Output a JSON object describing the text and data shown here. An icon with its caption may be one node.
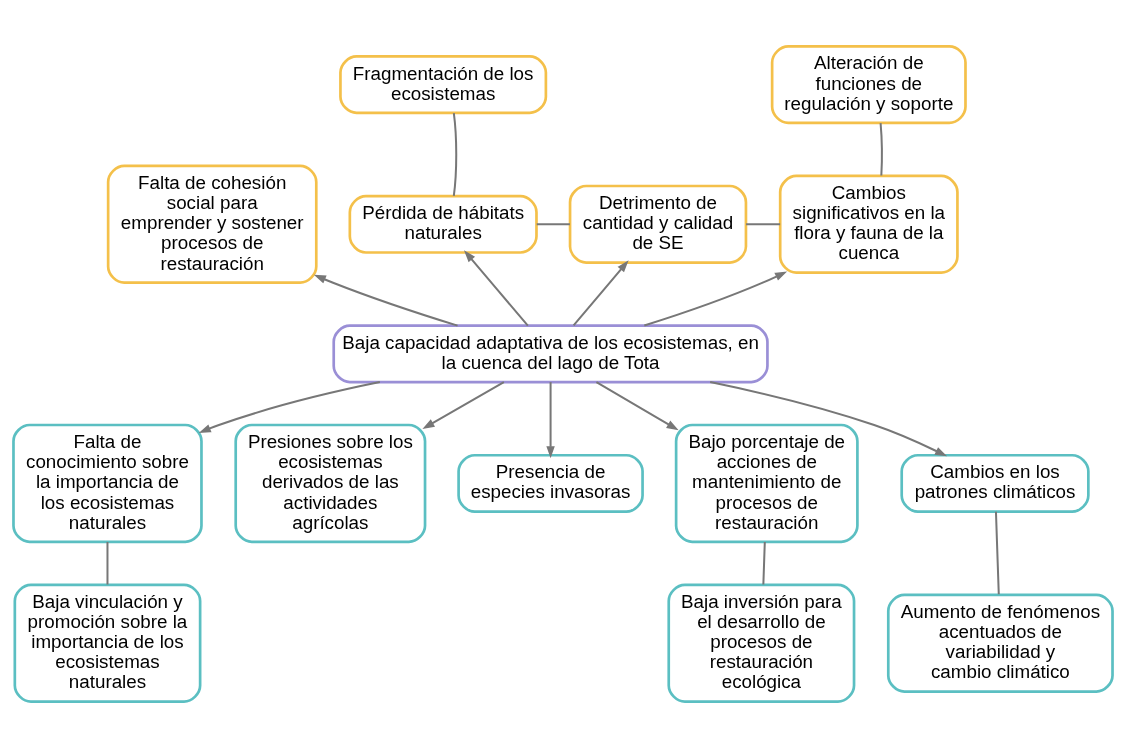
{
  "diagram": {
    "nodes": [
      {
        "text": [
          "Baja capacidad adaptativa de los ecosistemas, en la cuenca del lago de Tota"
        ]
      },
      {
        "text": [
          "Falta de cohesión social para emprender y sostener procesos de restauración"
        ]
      },
      {
        "text": [
          "Fragmentación de los ecosistemas"
        ]
      },
      {
        "text": [
          "Pérdida de hábitats naturales"
        ]
      },
      {
        "text": [
          "Detrimento de cantidad y calidad de SE"
        ]
      },
      {
        "text": [
          "Alteración de funciones de regulación y soporte"
        ]
      },
      {
        "text": [
          "Cambios significativos en la flora y fauna de la cuenca"
        ]
      },
      {
        "text": [
          "Falta de conocimiento sobre la importancia de los ecosistemas naturales"
        ]
      },
      {
        "text": [
          "Presiones sobre los ecosistemas derivados de las actividades agrícolas"
        ]
      },
      {
        "text": [
          "Presencia de especies invasoras"
        ]
      },
      {
        "text": [
          "Bajo porcentaje de acciones de mantenimiento de procesos de restauración"
        ]
      },
      {
        "text": [
          "Cambios en los patrones climáticos"
        ]
      },
      {
        "text": [
          "Baja vinculación y promoción sobre la importancia de los ecosistemas naturales"
        ]
      },
      {
        "text": [
          "Baja inversión para el desarrollo de procesos de restauración ecológica"
        ]
      },
      {
        "text": [
          "Aumento de fenómenos acentuados de variabilidad y cambio climático"
        ]
      }
    ],
    "edges": [
      {
        "from": 0,
        "to": 1,
        "arrow": "to"
      },
      {
        "from": 0,
        "to": 3,
        "arrow": "to"
      },
      {
        "from": 0,
        "to": 4,
        "arrow": "to"
      },
      {
        "from": 0,
        "to": 6,
        "arrow": "to"
      },
      {
        "from": 2,
        "to": 3,
        "arrow": "none"
      },
      {
        "from": 3,
        "to": 4,
        "arrow": "none"
      },
      {
        "from": 4,
        "to": 6,
        "arrow": "none"
      },
      {
        "from": 5,
        "to": 6,
        "arrow": "none"
      },
      {
        "from": 0,
        "to": 7,
        "arrow": "to"
      },
      {
        "from": 0,
        "to": 8,
        "arrow": "to"
      },
      {
        "from": 0,
        "to": 9,
        "arrow": "to"
      },
      {
        "from": 0,
        "to": 10,
        "arrow": "to"
      },
      {
        "from": 0,
        "to": 11,
        "arrow": "to"
      },
      {
        "from": 7,
        "to": 12,
        "arrow": "none"
      },
      {
        "from": 10,
        "to": 13,
        "arrow": "none"
      },
      {
        "from": 11,
        "to": 14,
        "arrow": "none"
      }
    ]
  }
}
